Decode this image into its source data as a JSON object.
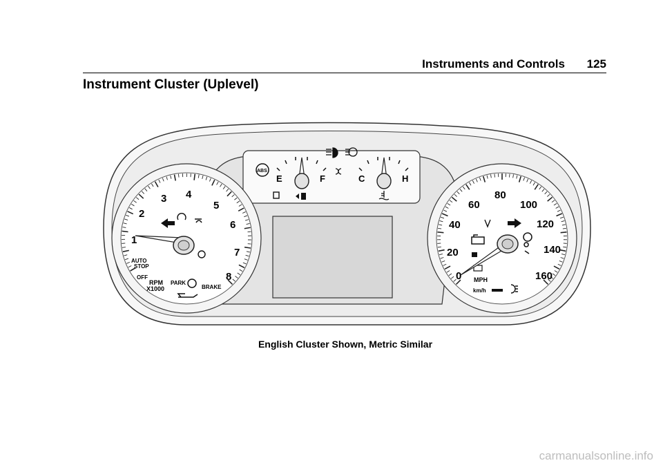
{
  "header": {
    "section": "Instruments and Controls",
    "page_number": "125"
  },
  "title": "Instrument Cluster (Uplevel)",
  "figure": {
    "caption": "English Cluster Shown, Metric Similar",
    "tachometer": {
      "numbers": [
        "1",
        "2",
        "3",
        "4",
        "5",
        "6",
        "7",
        "8"
      ],
      "labels": {
        "auto_stop": "AUTO STOP",
        "off": "OFF",
        "rpm": "RPM",
        "x1000": "X1000",
        "park": "PARK",
        "brake": "BRAKE"
      }
    },
    "speedometer": {
      "numbers": [
        "0",
        "20",
        "40",
        "60",
        "80",
        "100",
        "120",
        "140",
        "160"
      ],
      "labels": {
        "mph": "MPH",
        "kmh": "km/h"
      }
    },
    "fuel_gauge": {
      "empty": "E",
      "full": "F"
    },
    "temp_gauge": {
      "cold": "C",
      "hot": "H"
    },
    "indicators": {
      "abs": "ABS"
    }
  },
  "watermark": "carmanualsonline.info"
}
